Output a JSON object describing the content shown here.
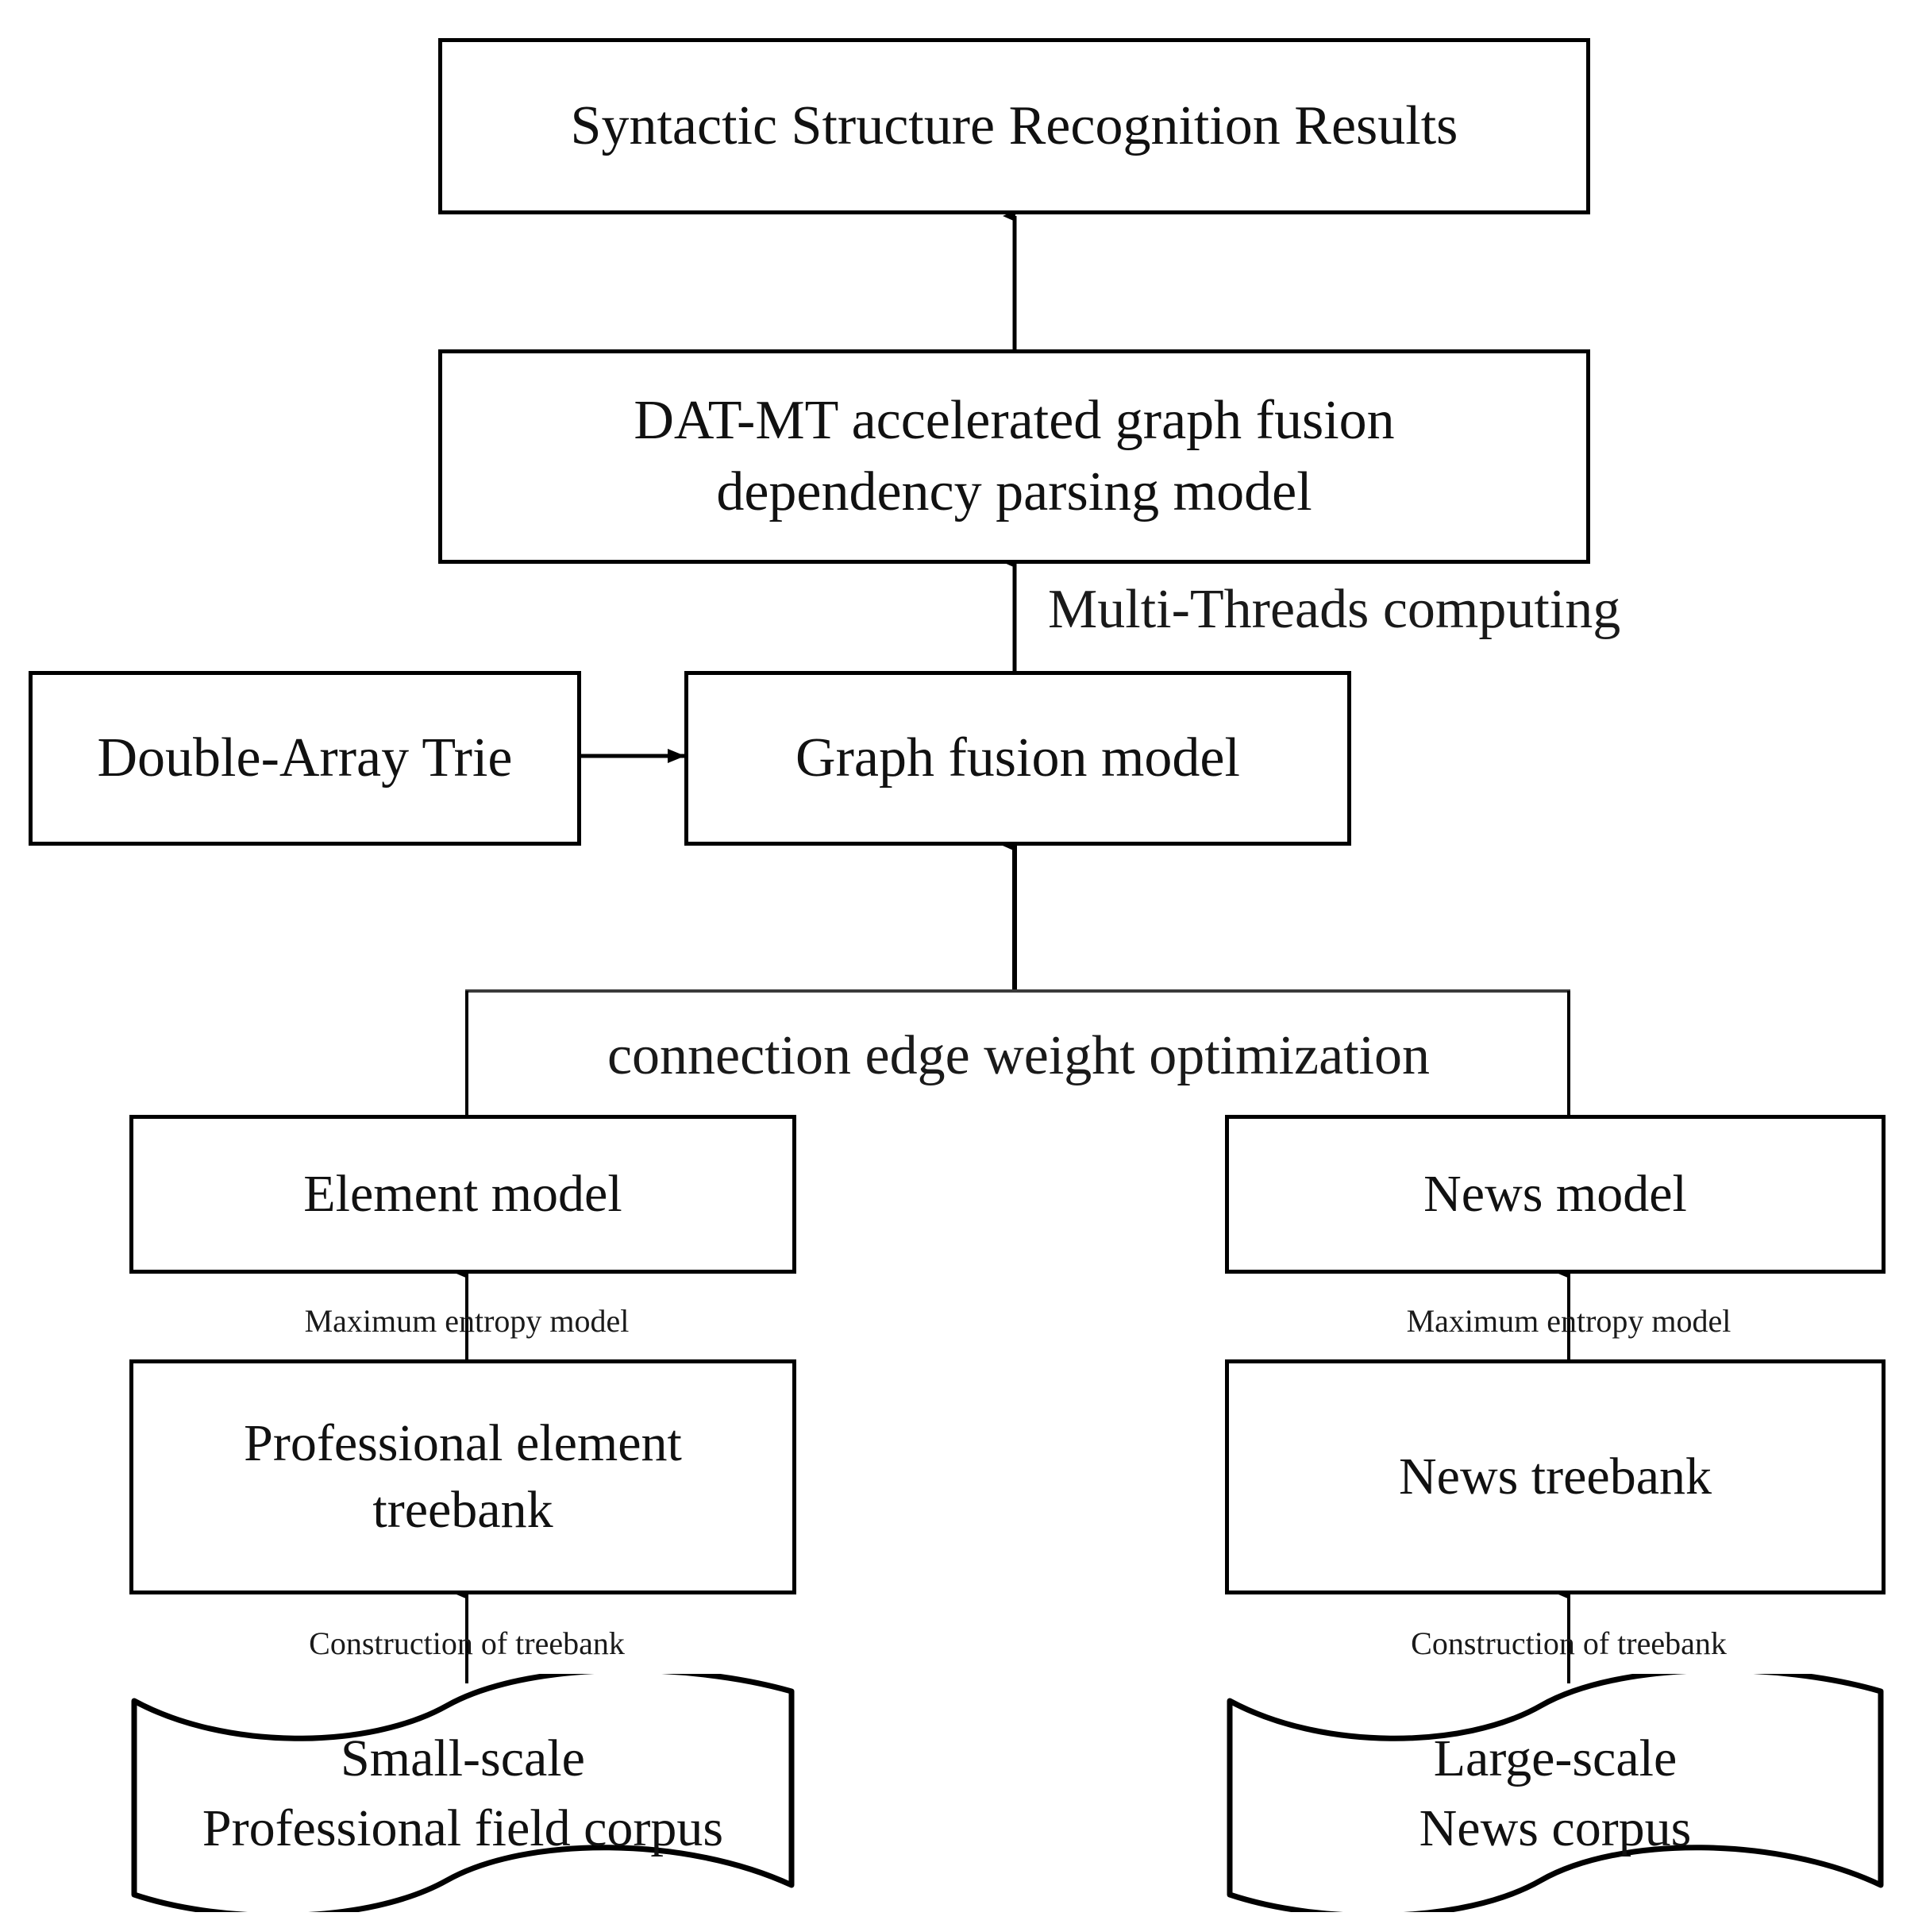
{
  "diagram": {
    "title": "DAT-MT accelerated graph fusion dependency parsing pipeline",
    "background_color": "#ffffff",
    "stroke_color": "#000000",
    "text_color": "#111111"
  },
  "nodes": {
    "results": {
      "label": "Syntactic Structure Recognition Results",
      "shape": "rectangle"
    },
    "dat_mt": {
      "label": "DAT-MT accelerated graph fusion\ndependency parsing model",
      "shape": "rectangle"
    },
    "trie": {
      "label": "Double-Array Trie",
      "shape": "rectangle"
    },
    "graph_fusion": {
      "label": "Graph fusion model",
      "shape": "rectangle"
    },
    "element_model": {
      "label": "Element model",
      "shape": "rectangle"
    },
    "news_model": {
      "label": "News model",
      "shape": "rectangle"
    },
    "element_treebank": {
      "label": "Professional element\ntreebank",
      "shape": "rectangle"
    },
    "news_treebank": {
      "label": "News treebank",
      "shape": "rectangle"
    },
    "small_corpus": {
      "label": "Small-scale\nProfessional field corpus",
      "shape": "wavy-document"
    },
    "large_corpus": {
      "label": "Large-scale\nNews corpus",
      "shape": "wavy-document"
    }
  },
  "edge_labels": {
    "multi_threads": "Multi-Threads computing",
    "connection_edge": "connection edge weight optimization",
    "max_entropy_left": "Maximum entropy model",
    "max_entropy_right": "Maximum entropy model",
    "construction_left": "Construction of treebank",
    "construction_right": "Construction of treebank"
  }
}
